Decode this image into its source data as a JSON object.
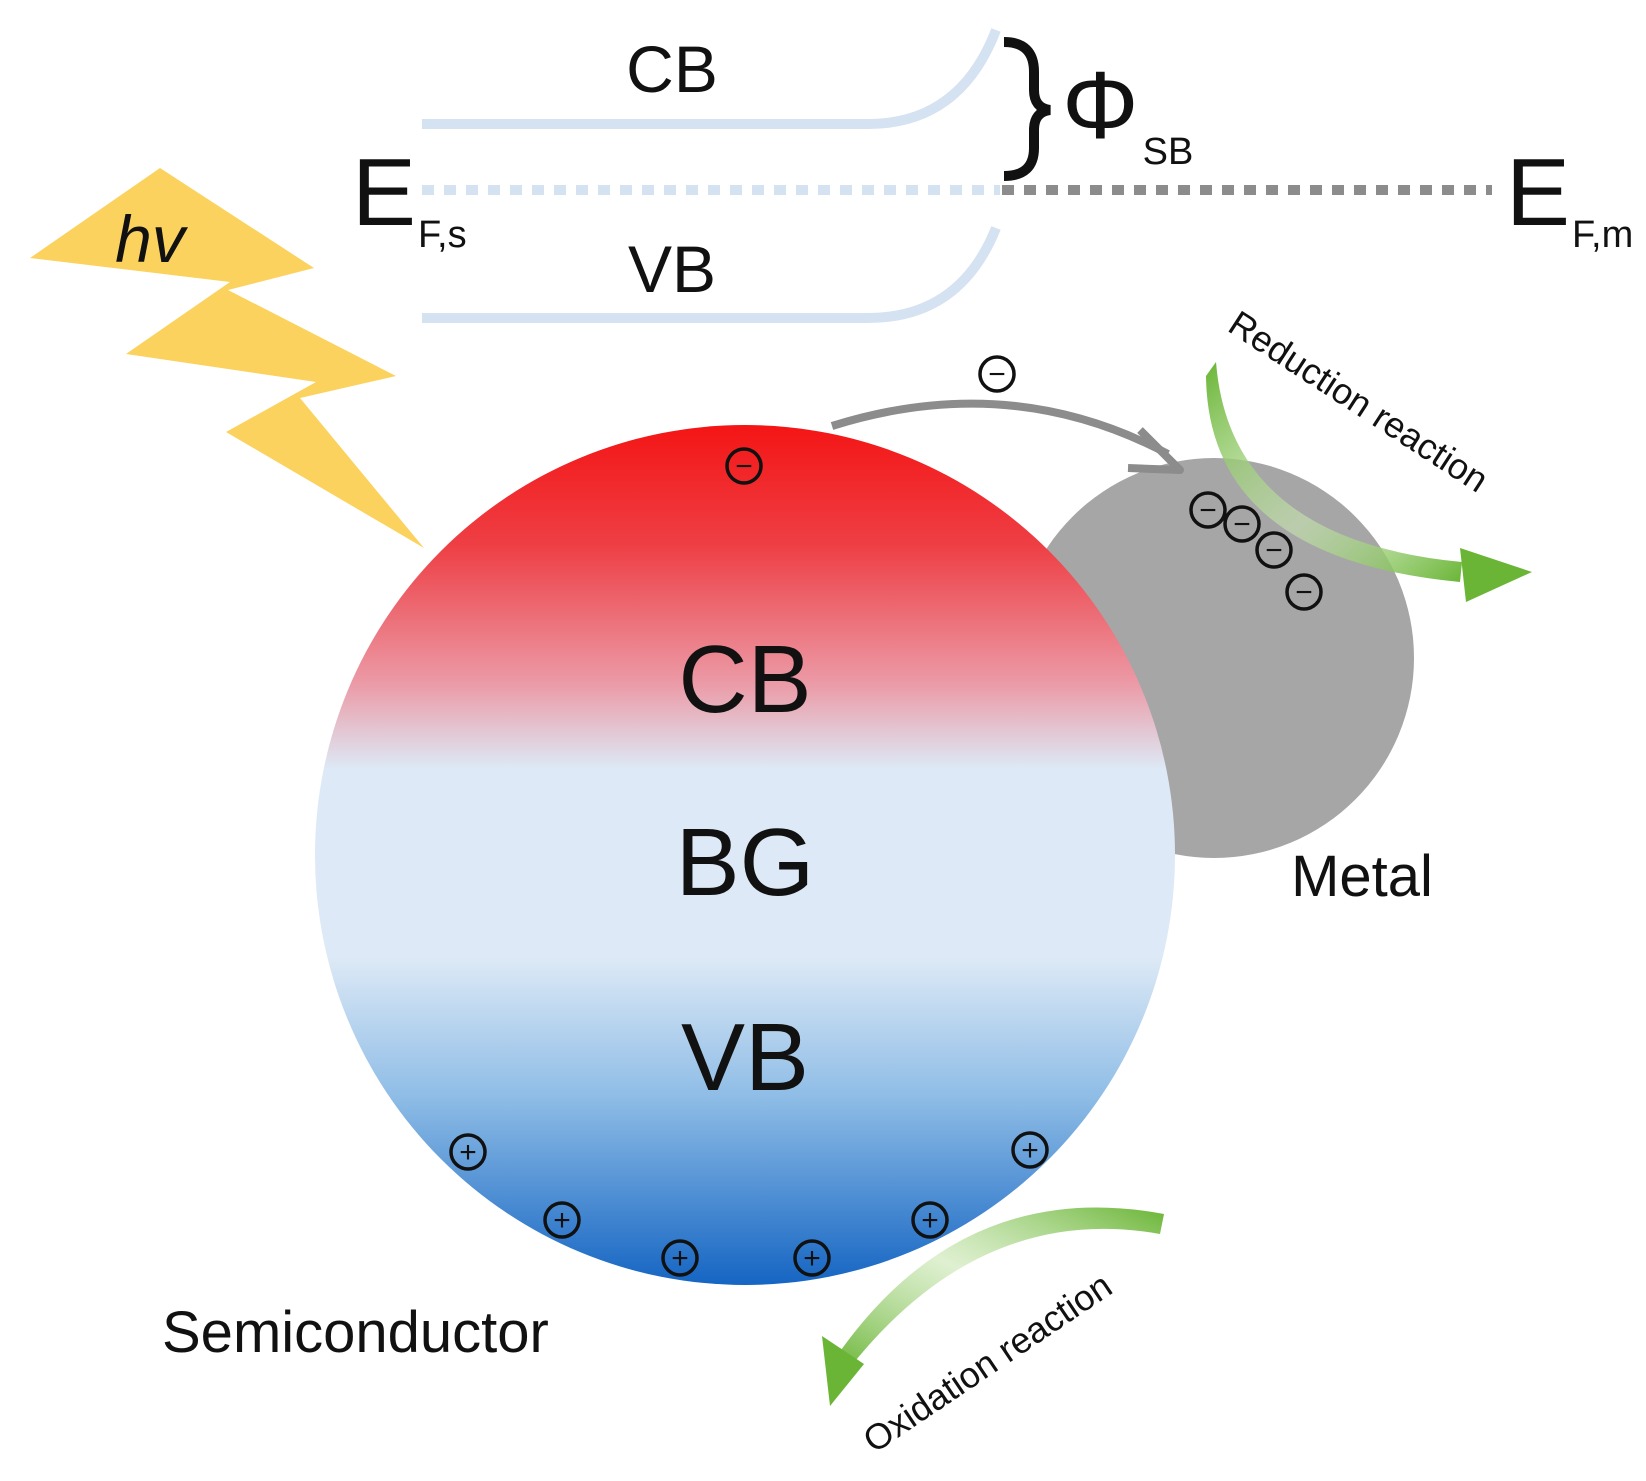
{
  "band_diagram": {
    "cb_label": "CB",
    "vb_label": "VB",
    "ef_semiconductor": {
      "main": "E",
      "sub": "F,s"
    },
    "ef_metal": {
      "main": "E",
      "sub": "F,m"
    },
    "barrier": {
      "main": "Φ",
      "sub": "SB"
    }
  },
  "light": {
    "label": "hv"
  },
  "semiconductor": {
    "cb_label": "CB",
    "bg_label": "BG",
    "vb_label": "VB",
    "name": "Semiconductor"
  },
  "metal": {
    "name": "Metal"
  },
  "reactions": {
    "reduction": "Reduction reaction",
    "oxidation": "Oxidation reaction"
  },
  "charges": {
    "electron": "−",
    "hole": "+"
  },
  "colors": {
    "cb_top": "#f41515",
    "bg_middle": "#dde9f6",
    "vb_bottom": "#1565c3",
    "metal": "#a6a6a6",
    "bolt": "#fcd25e",
    "band_line": "#d5e2f1",
    "metal_fermi": "#8c8c8c",
    "reaction_arrow": "#6ab536",
    "transfer_arrow": "#8c8c8c"
  }
}
